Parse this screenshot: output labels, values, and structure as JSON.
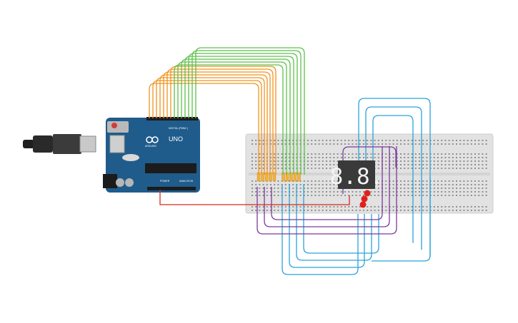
{
  "board": {
    "logo_text": "UNO",
    "brand_text": "ARDUINO",
    "digital_label": "DIGITAL (PWM~)",
    "power_label": "POWER",
    "analog_label": "ANALOG IN"
  },
  "display": {
    "digits": "8.8."
  },
  "colors": {
    "board": "#1f5c8b",
    "breadboard": "#e2e2e2",
    "wire_orange": "#f0931f",
    "wire_green": "#5cc04a",
    "wire_cyan": "#2aa3d9",
    "wire_purple": "#7c3a9e",
    "wire_red": "#d9281e",
    "resistor": "#f2b13c",
    "segment_display": "#3a3a3a",
    "led": "#e0201a"
  }
}
